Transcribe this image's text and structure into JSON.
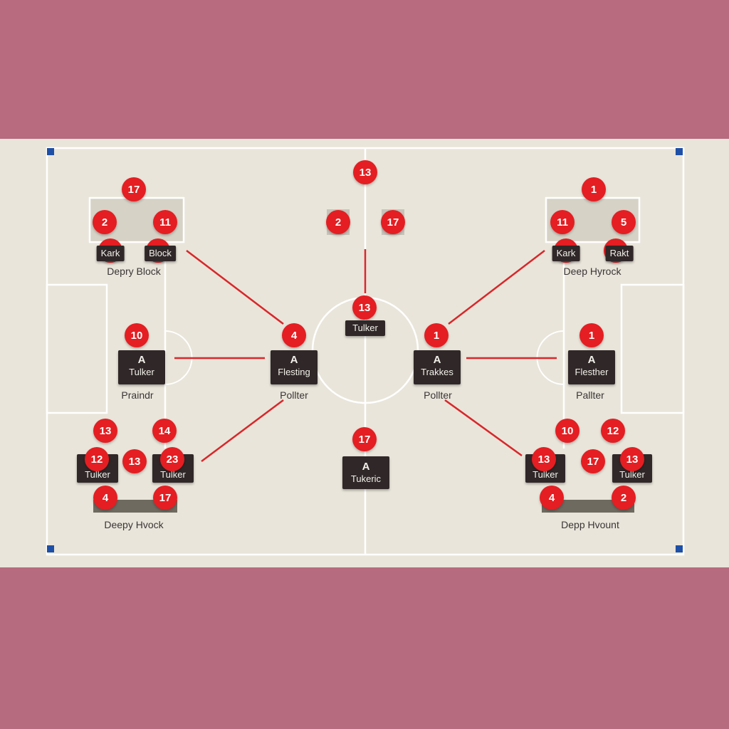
{
  "top_center_ball": "13",
  "center_squares": [
    "2",
    "17"
  ],
  "left_top": {
    "ball_top": "17",
    "ball_left": "2",
    "ball_right": "11",
    "tag_left": "Kark",
    "tag_right": "Block",
    "caption": "Depry Block"
  },
  "right_top": {
    "ball_top": "1",
    "ball_left": "11",
    "ball_right": "5",
    "tag_left": "Kark",
    "tag_right": "Rakt",
    "caption": "Deep Hyrock"
  },
  "center_top": {
    "ball": "13",
    "tag": "Tulker"
  },
  "mid_row": [
    {
      "ball": "10",
      "glyph": "A",
      "label": "Tulker",
      "caption": "Praindr"
    },
    {
      "ball": "4",
      "glyph": "A",
      "label": "Flesting",
      "caption": "Pollter"
    },
    {
      "ball": "1",
      "glyph": "A",
      "label": "Trakkes",
      "caption": "Pollter"
    },
    {
      "ball": "1",
      "glyph": "A",
      "label": "Flesther",
      "caption": "Pallter"
    }
  ],
  "center_bottom": {
    "ball": "17",
    "glyph": "A",
    "label": "Tukeric"
  },
  "left_bottom": {
    "ball_a": "13",
    "ball_b": "14",
    "ball_c": "13",
    "card_left_ball": "12",
    "card_left_label": "Tulker",
    "card_right_ball": "23",
    "card_right_label": "Tulker",
    "ball_d": "4",
    "ball_e": "17",
    "caption": "Deepy Hvock"
  },
  "right_bottom": {
    "ball_a": "10",
    "ball_b": "12",
    "ball_c": "17",
    "card_left_ball": "13",
    "card_left_label": "Tulker",
    "card_right_ball": "13",
    "card_right_label": "Tulker",
    "ball_d": "4",
    "ball_e": "2",
    "caption": "Depp Hvount"
  },
  "colors": {
    "ball": "#e41e22",
    "card": "#2f2728",
    "pitch": "#e9e5da",
    "band": "#b76a7d",
    "line": "#d8272a",
    "corner": "#1e4fa6"
  }
}
